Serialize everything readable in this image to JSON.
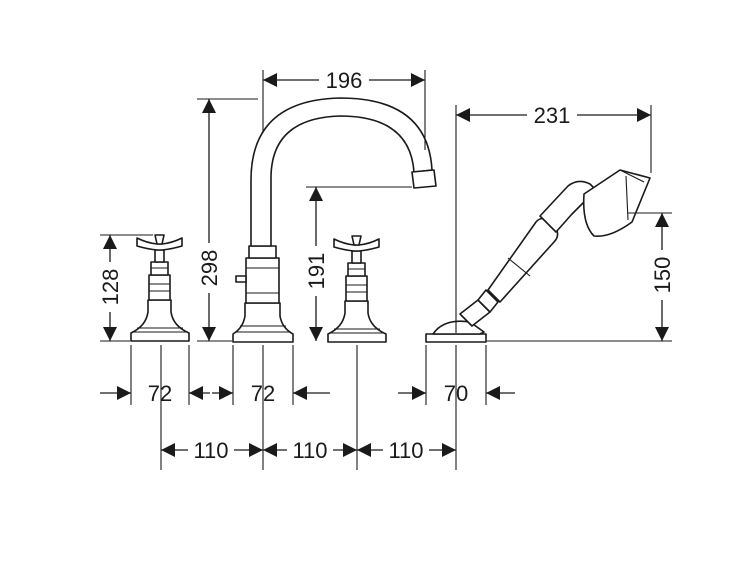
{
  "dimensions": {
    "spout_reach": "196",
    "total_height": "298",
    "spout_outlet_height": "191",
    "handle_height": "128",
    "shower_length": "231",
    "shower_holder_height": "150",
    "left_valve_base_width": "72",
    "spout_base_width": "72",
    "shower_base_width": "70",
    "spacing_1": "110",
    "spacing_2": "110",
    "spacing_3": "110"
  }
}
